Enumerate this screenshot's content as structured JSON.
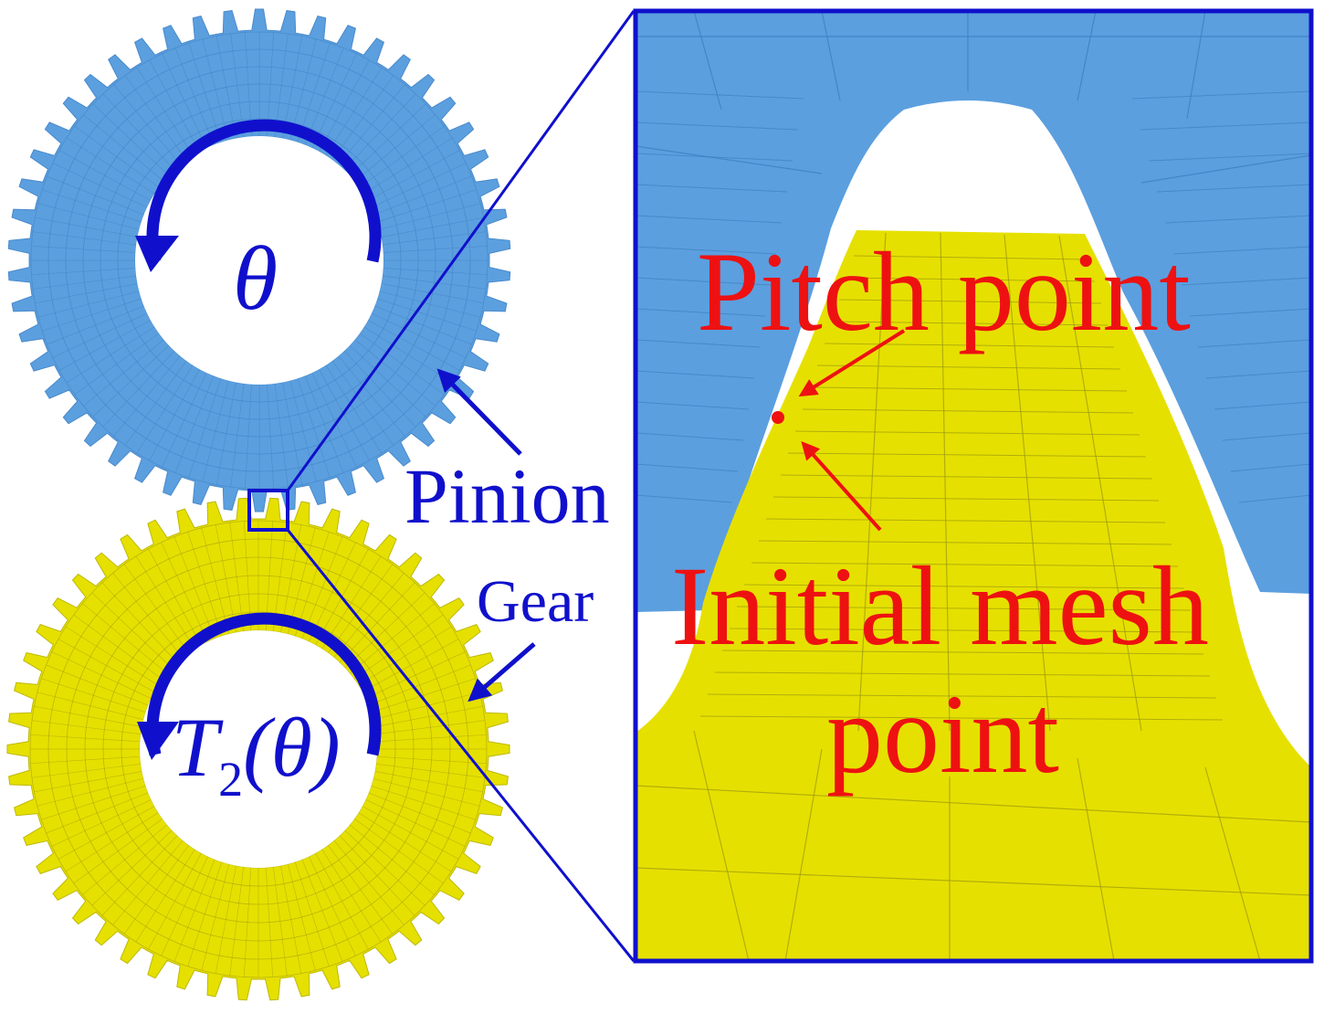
{
  "labels": {
    "pinion": "Pinion",
    "gear": "Gear",
    "pitch_point": "Pitch point",
    "initial_mesh_line1": "Initial mesh",
    "initial_mesh_line2": "point",
    "theta": "θ",
    "t2_letter": "T",
    "t2_subscript": "2",
    "t2_arg": "(θ)"
  },
  "colors": {
    "pinion": "#5b9fdf",
    "gear": "#e6e000",
    "mesh_line_pinion": "#3f7fbf",
    "mesh_line_gear": "#9c9a10",
    "annotation_blue": "#1010cc",
    "annotation_red": "#ee1111"
  },
  "gears": {
    "pinion_teeth": 50,
    "gear_teeth": 50
  }
}
